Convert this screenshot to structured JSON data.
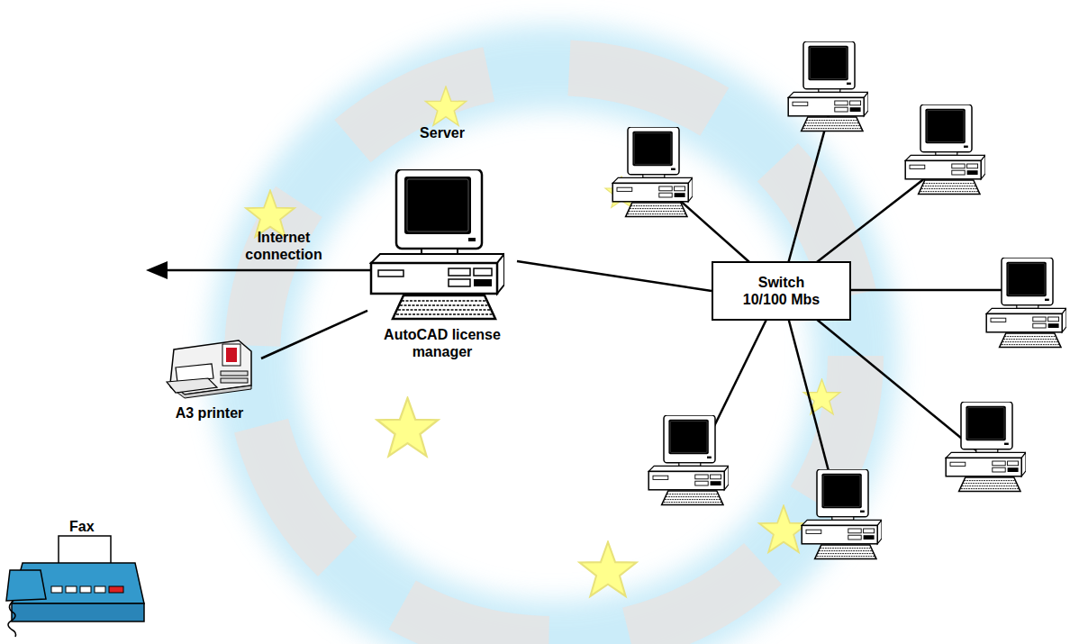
{
  "diagram": {
    "nodes": [
      {
        "text": [
          "Server",
          "AutoCAD license manager"
        ]
      },
      {
        "text": [
          "Switch 10/100 Mbs"
        ]
      },
      {
        "text": [
          "A3 printer"
        ]
      },
      {
        "text": [
          "Fax"
        ]
      }
    ],
    "edges": [
      {
        "from": 0,
        "to": 1,
        "arrow": "none"
      },
      {
        "from": 0,
        "to": 2,
        "arrow": "none"
      }
    ],
    "labels": [
      "Internet connection"
    ]
  }
}
